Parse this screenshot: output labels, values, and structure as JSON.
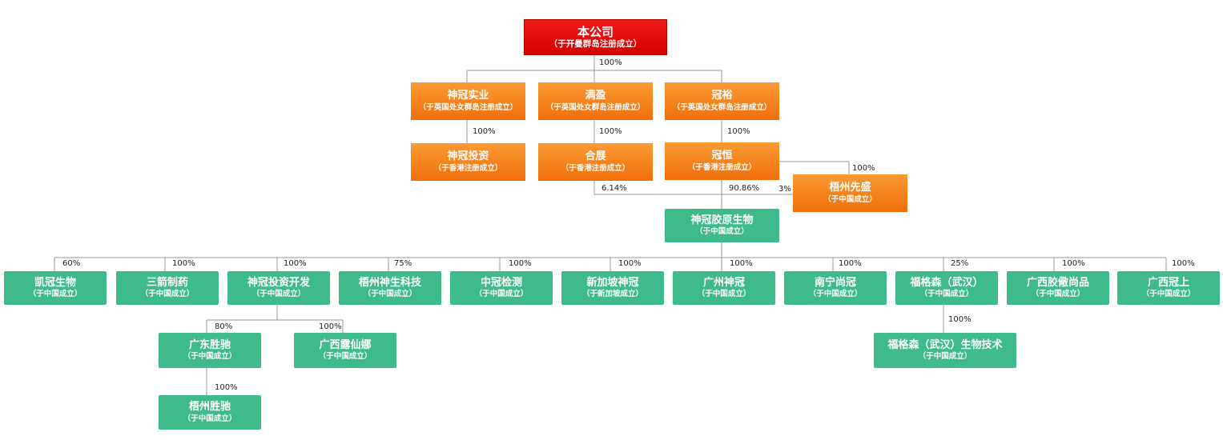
{
  "colors": {
    "root": "#e20b0b",
    "holding": "#f5821f",
    "operating": "#3fba8a",
    "line": "#999999"
  },
  "nodes": {
    "root": {
      "name": "本公司",
      "sub": "（于开曼群岛注册成立）"
    },
    "sgsy": {
      "name": "神冠实业",
      "sub": "（于英国处女群岛注册成立）"
    },
    "manying": {
      "name": "满盈",
      "sub": "（于英国处女群岛注册成立）"
    },
    "guanyu": {
      "name": "冠裕",
      "sub": "（于英国处女群岛注册成立）"
    },
    "sgtz": {
      "name": "神冠投资",
      "sub": "（于香港注册成立）"
    },
    "hezhan": {
      "name": "合展",
      "sub": "（于香港注册成立）"
    },
    "guanheng": {
      "name": "冠恒",
      "sub": "（于香港注册成立）"
    },
    "wzxs": {
      "name": "梧州先盛",
      "sub": "（于中国成立）"
    },
    "sgjy": {
      "name": "神冠胶原生物",
      "sub": "（于中国成立）"
    },
    "kgsw": {
      "name": "凯冠生物",
      "sub": "（于中国成立）"
    },
    "sjzy": {
      "name": "三箭制药",
      "sub": "（于中国成立）"
    },
    "sgtzkf": {
      "name": "神冠投资开发",
      "sub": "（于中国成立）"
    },
    "wzss": {
      "name": "梧州神生科技",
      "sub": "（于中国成立）"
    },
    "zgjc": {
      "name": "中冠检测",
      "sub": "（于中国成立）"
    },
    "xjpsg": {
      "name": "新加坡神冠",
      "sub": "（于新加坡成立）"
    },
    "gzsg": {
      "name": "广州神冠",
      "sub": "（于中国成立）"
    },
    "nnsg": {
      "name": "南宁尚冠",
      "sub": "（于中国成立）"
    },
    "fgs": {
      "name": "福格森（武汉）",
      "sub": "（于中国成立）"
    },
    "gxjaosp": {
      "name": "广西胶儆尚品",
      "sub": "（于中国成立）"
    },
    "gxgs": {
      "name": "广西冠上",
      "sub": "（于中国成立）"
    },
    "gdsc": {
      "name": "广东胜驰",
      "sub": "（于中国成立）"
    },
    "gxlxn": {
      "name": "广西露仙娜",
      "sub": "（于中国成立）"
    },
    "wzsc": {
      "name": "梧州胜驰",
      "sub": "（于中国成立）"
    },
    "fgsbio": {
      "name": "福格森（武汉）生物技术",
      "sub": "（于中国成立）"
    }
  },
  "ownership": {
    "root_to_l1": "100%",
    "sgsy_to_sgtz": "100%",
    "manying_to_hezhan": "100%",
    "guanyu_to_guanheng": "100%",
    "guanheng_to_wzxs": "100%",
    "hezhan_to_sgjy": "6.14%",
    "guanheng_to_sgjy": "90.86%",
    "wzxs_to_sgjy": "3%",
    "sgjy_to_kgsw": "60%",
    "sgjy_to_sjzy": "100%",
    "sgjy_to_sgtzkf": "100%",
    "sgjy_to_wzss": "75%",
    "sgjy_to_zgjc": "100%",
    "sgjy_to_xjpsg": "100%",
    "sgjy_to_gzsg": "100%",
    "sgjy_to_nnsg": "100%",
    "sgjy_to_fgs": "25%",
    "sgjy_to_gxjaosp": "100%",
    "sgjy_to_gxgs": "100%",
    "sgtzkf_to_gdsc": "80%",
    "sgtzkf_to_gxlxn": "100%",
    "gdsc_to_wzsc": "100%",
    "fgs_to_fgsbio": "100%"
  }
}
